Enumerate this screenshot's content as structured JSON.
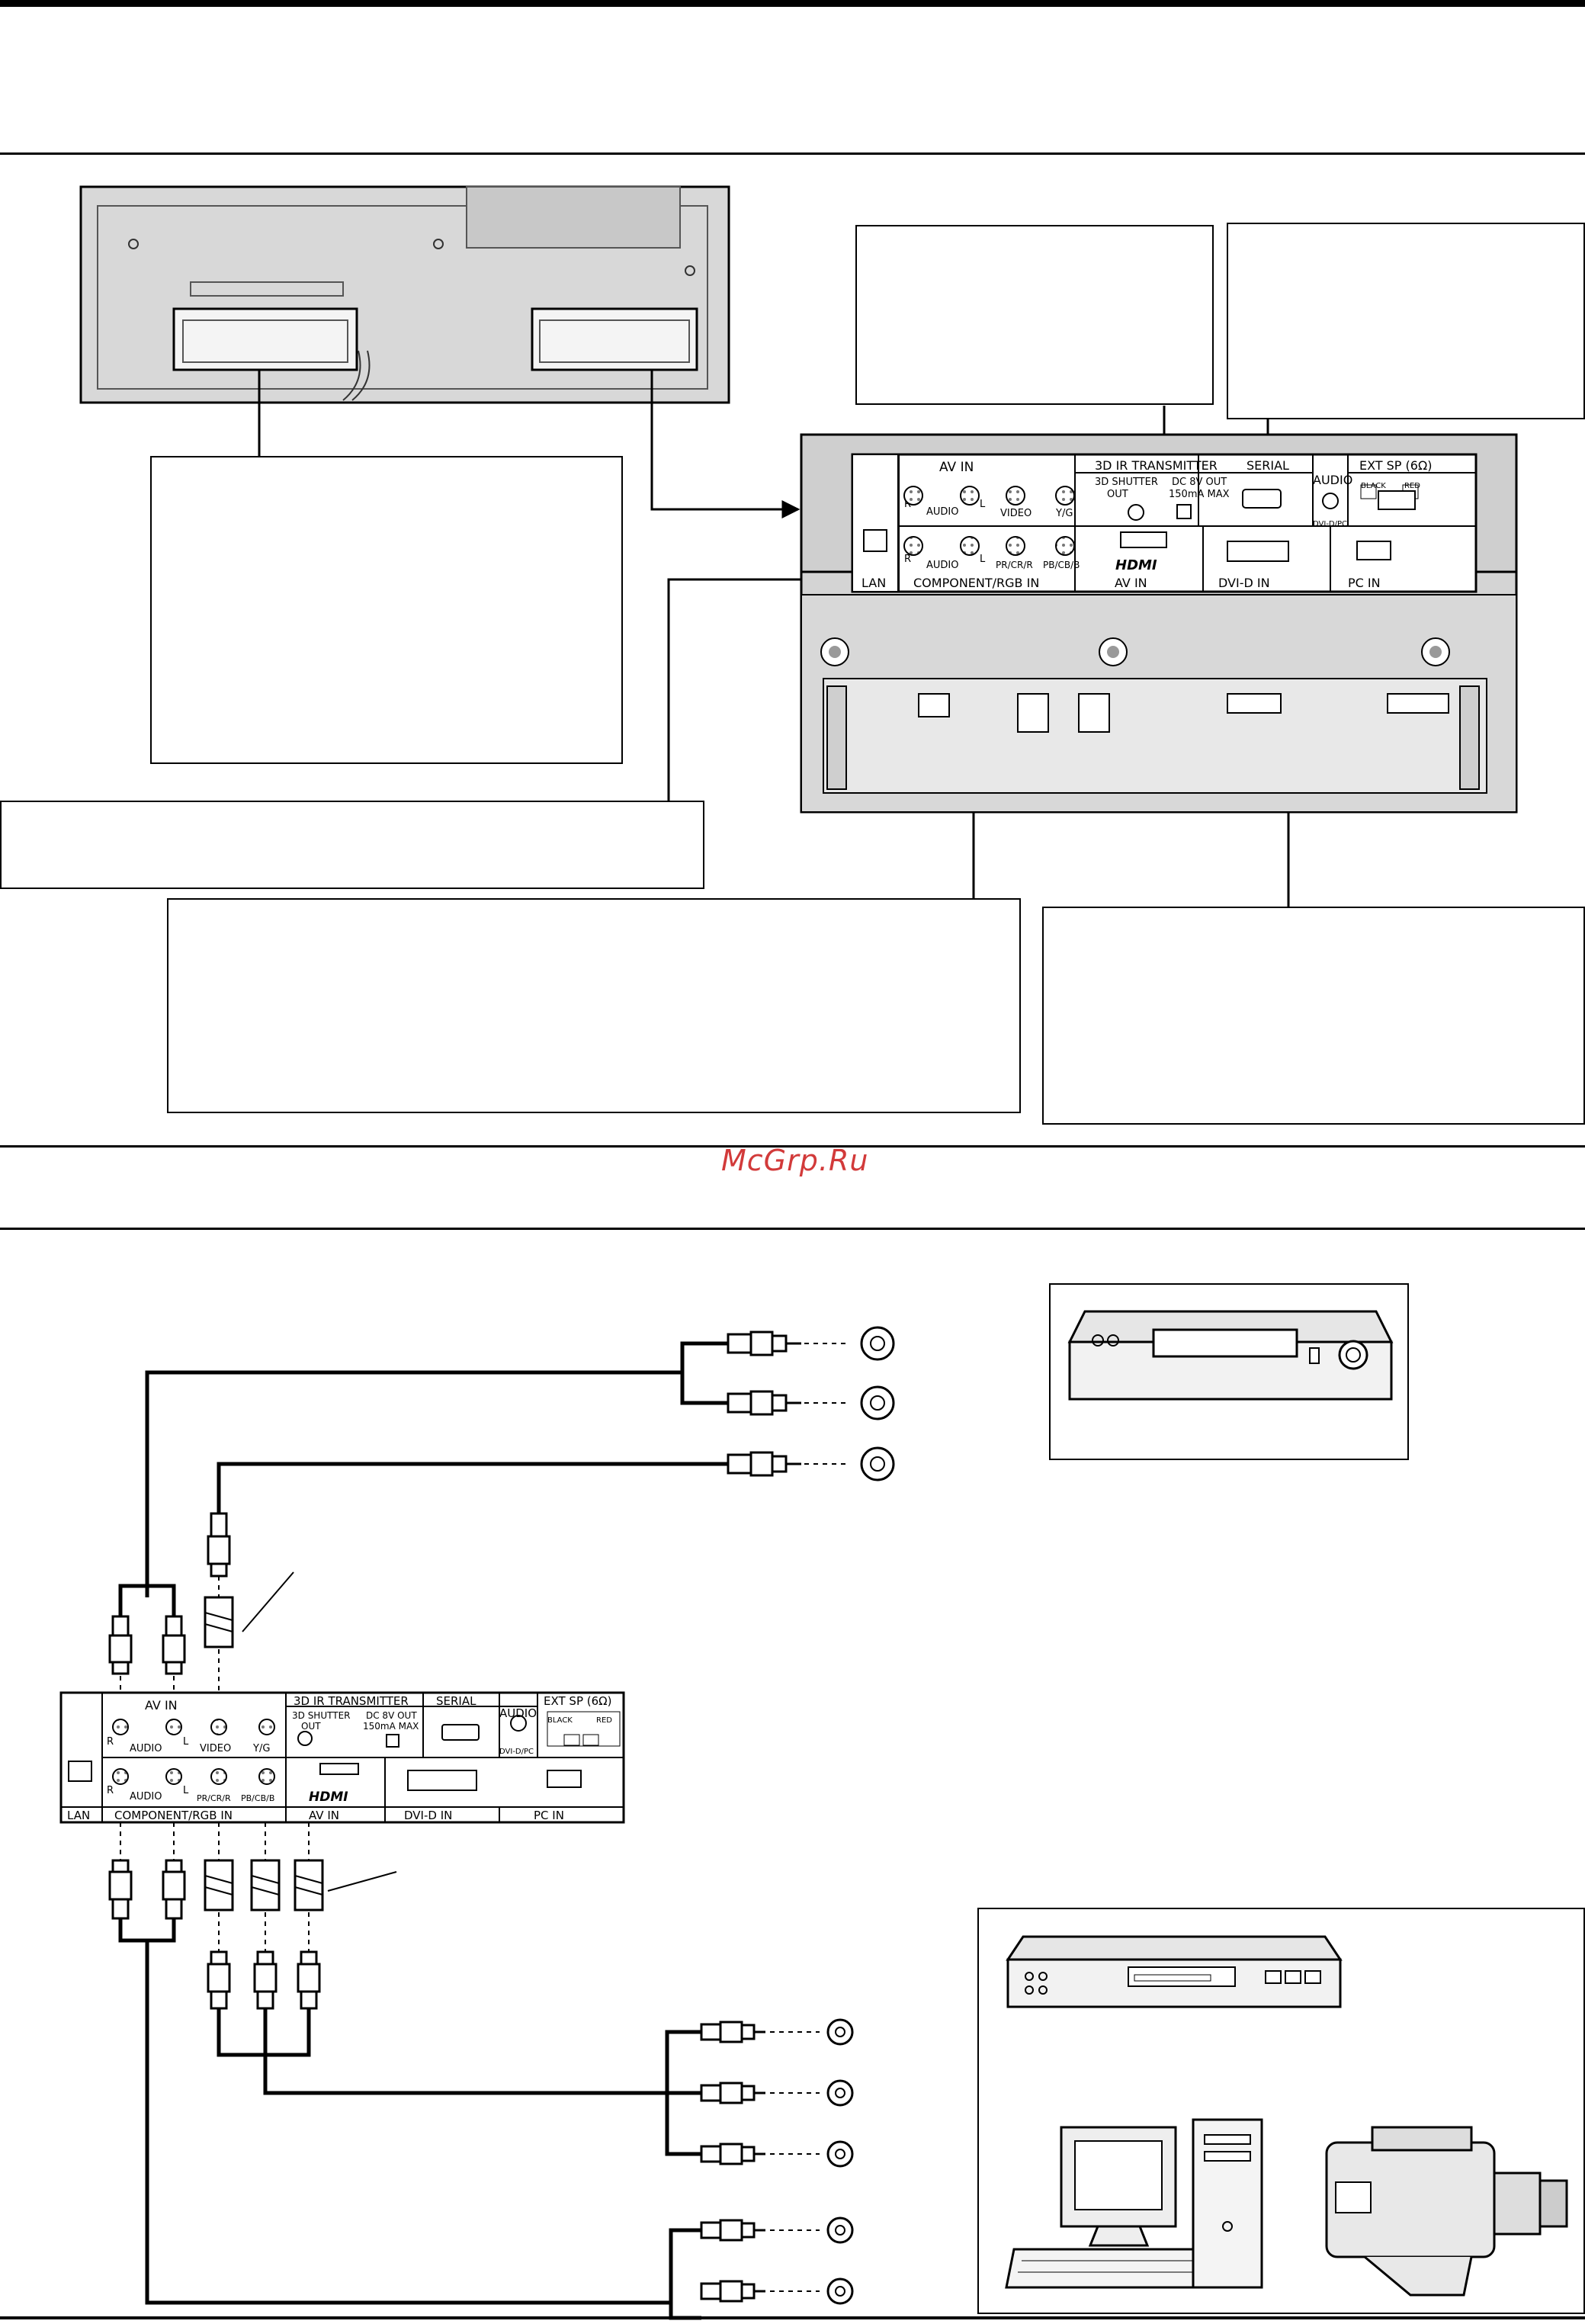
{
  "watermark": "McGrp.Ru",
  "panel": {
    "top_row": {
      "av_in": "AV IN",
      "ir_transmitter": "3D IR TRANSMITTER",
      "serial": "SERIAL",
      "audio": "AUDIO",
      "ext_sp": "EXT SP (6Ω)"
    },
    "ports": {
      "audio_r": "R",
      "audio_label": "AUDIO",
      "audio_l": "L",
      "video": "VIDEO",
      "y_g": "Y/G",
      "shutter_line1": "3D SHUTTER",
      "shutter_line2": "OUT",
      "dc_line1": "DC 8V OUT",
      "dc_line2": "150mA MAX",
      "dvi_pc": "DVI-D/PC",
      "black": "BLACK",
      "red": "RED",
      "pr_cr_r": "PR/CR/R",
      "pb_cb_b": "PB/CB/B",
      "hdmi_logo": "HDMI"
    },
    "bottom_row": {
      "lan": "LAN",
      "component_rgb_in": "COMPONENT/RGB IN",
      "av_in": "AV IN",
      "dvi_d_in": "DVI-D IN",
      "pc_in": "PC IN"
    }
  }
}
